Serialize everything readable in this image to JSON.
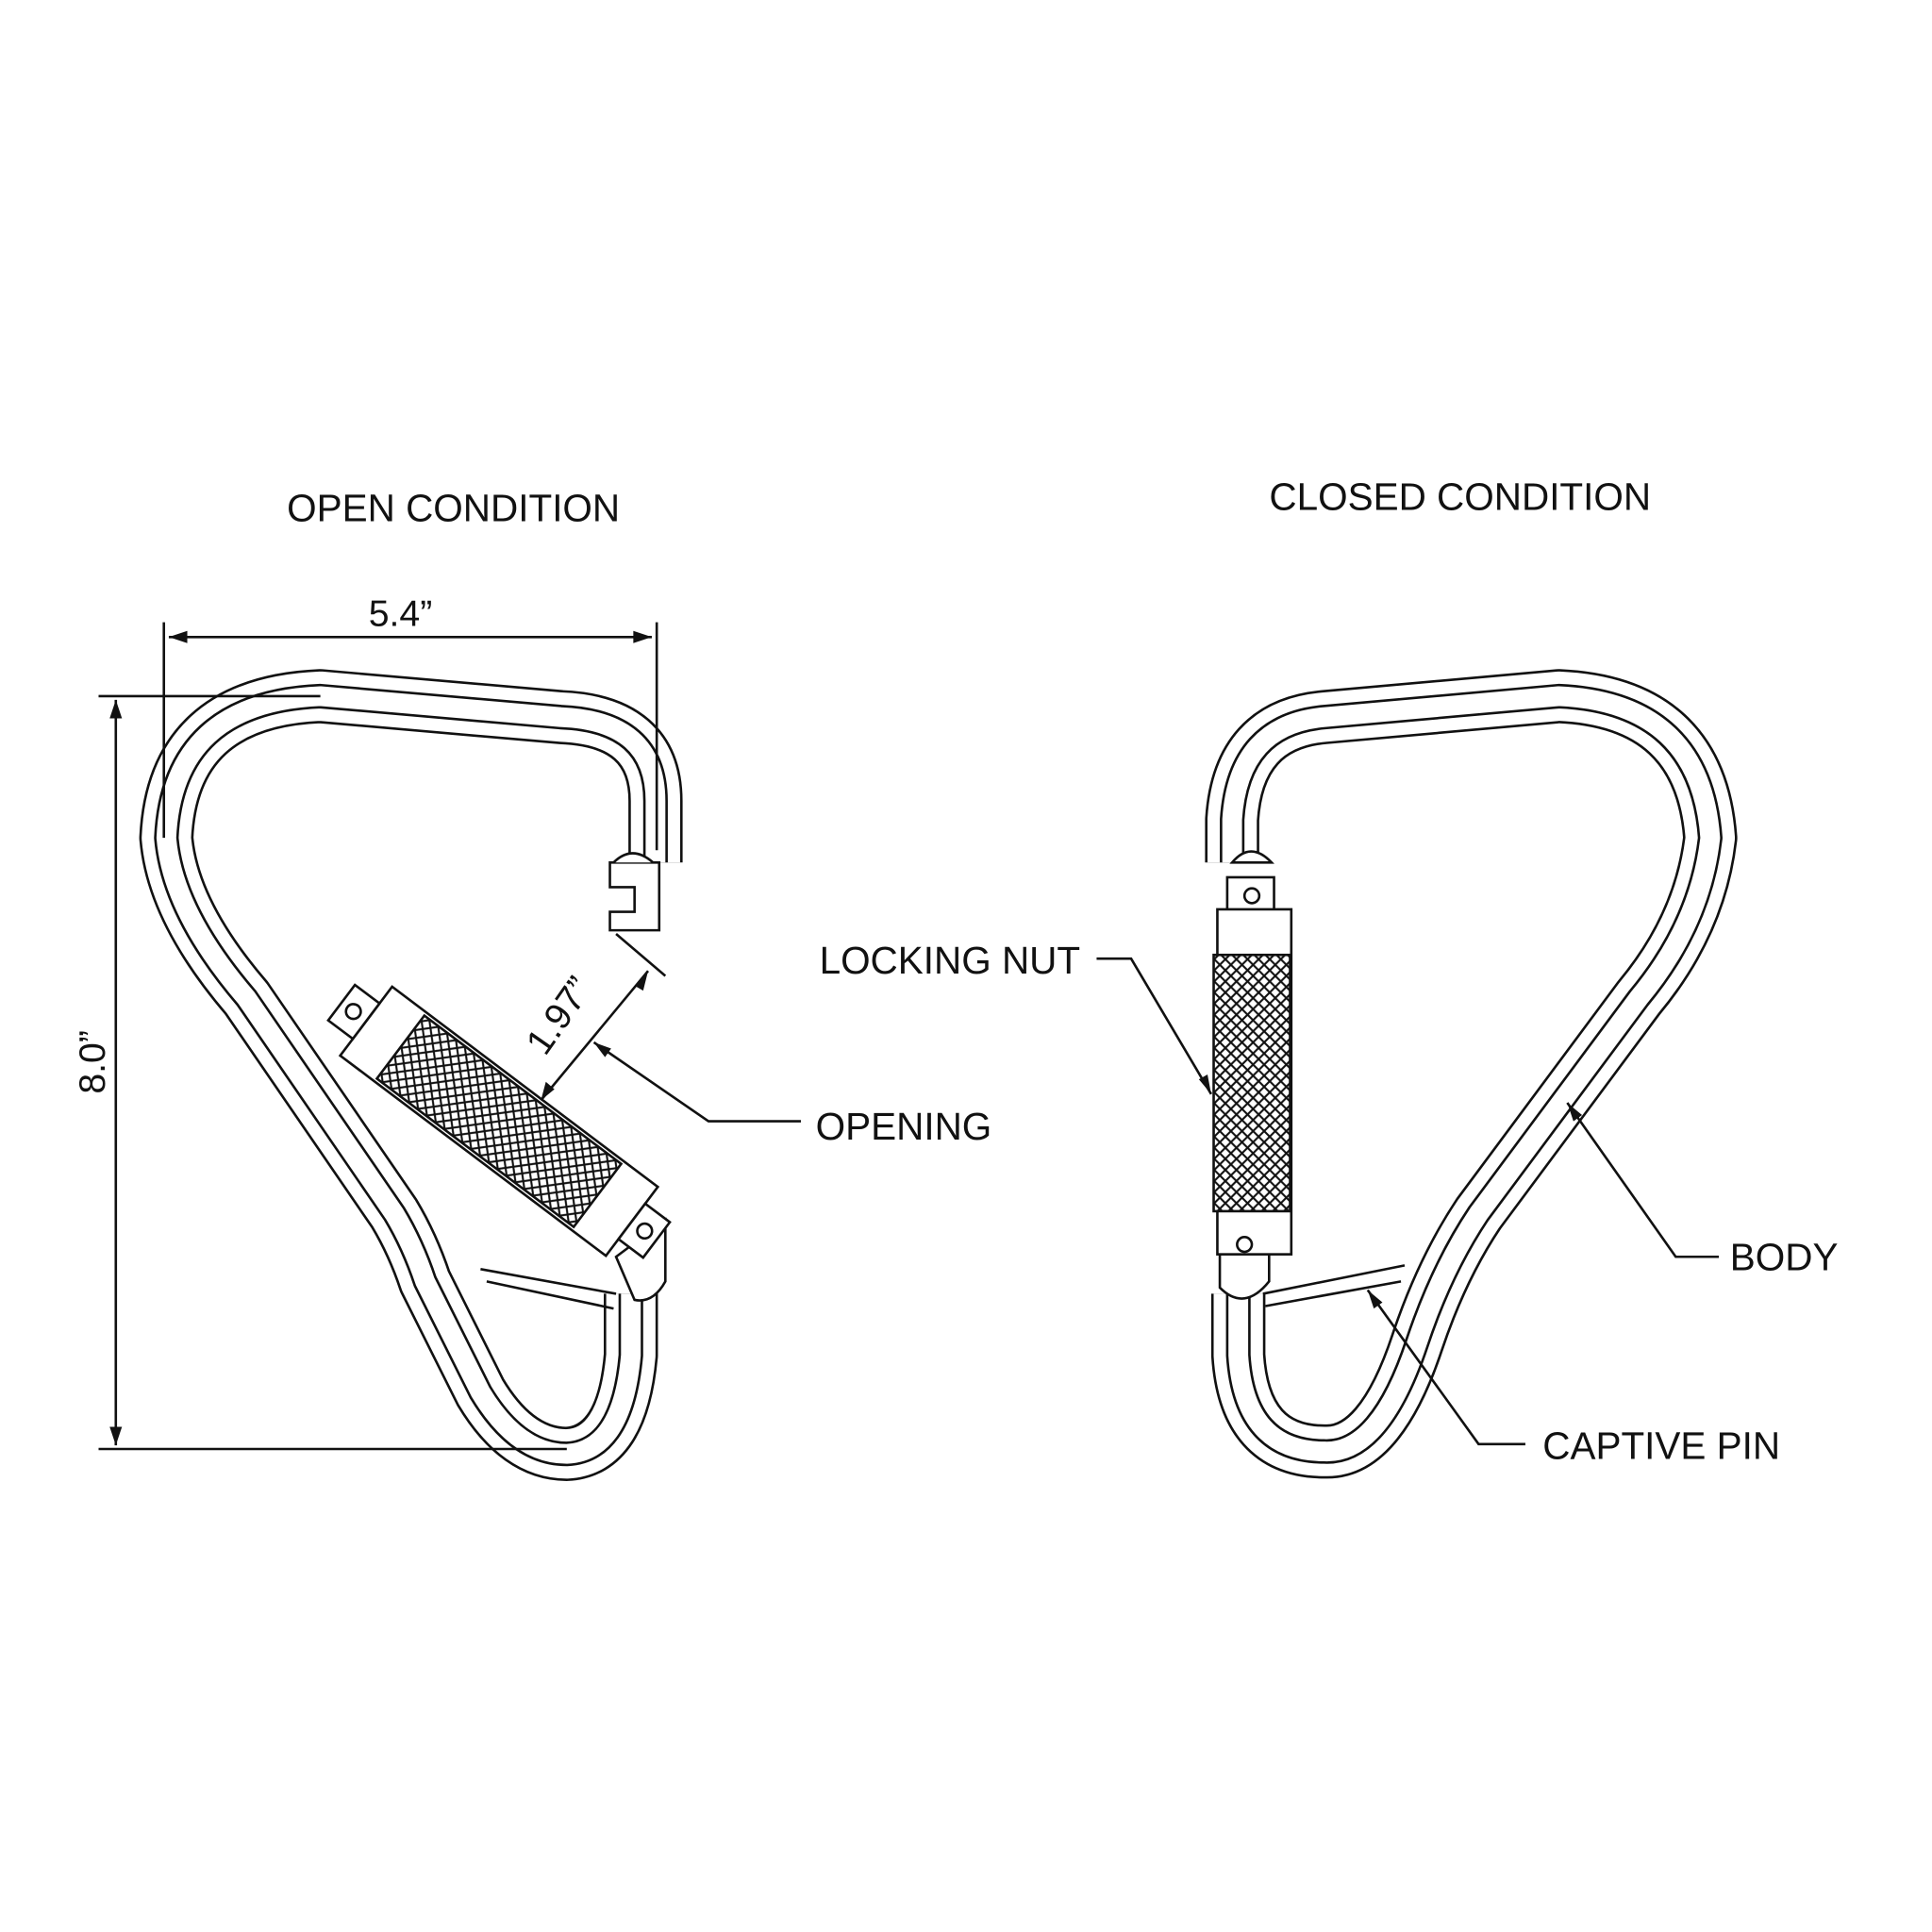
{
  "views": {
    "open": {
      "title": "OPEN CONDITION"
    },
    "closed": {
      "title": "CLOSED CONDITION"
    }
  },
  "dimensions": {
    "width": "5.4”",
    "height": "8.0”",
    "opening": "1.97”"
  },
  "callouts": {
    "opening": "OPENING",
    "locking_nut": "LOCKING NUT",
    "body": "BODY",
    "captive_pin": "CAPTIVE PIN"
  },
  "colors": {
    "line": "#111111",
    "background": "#ffffff"
  }
}
